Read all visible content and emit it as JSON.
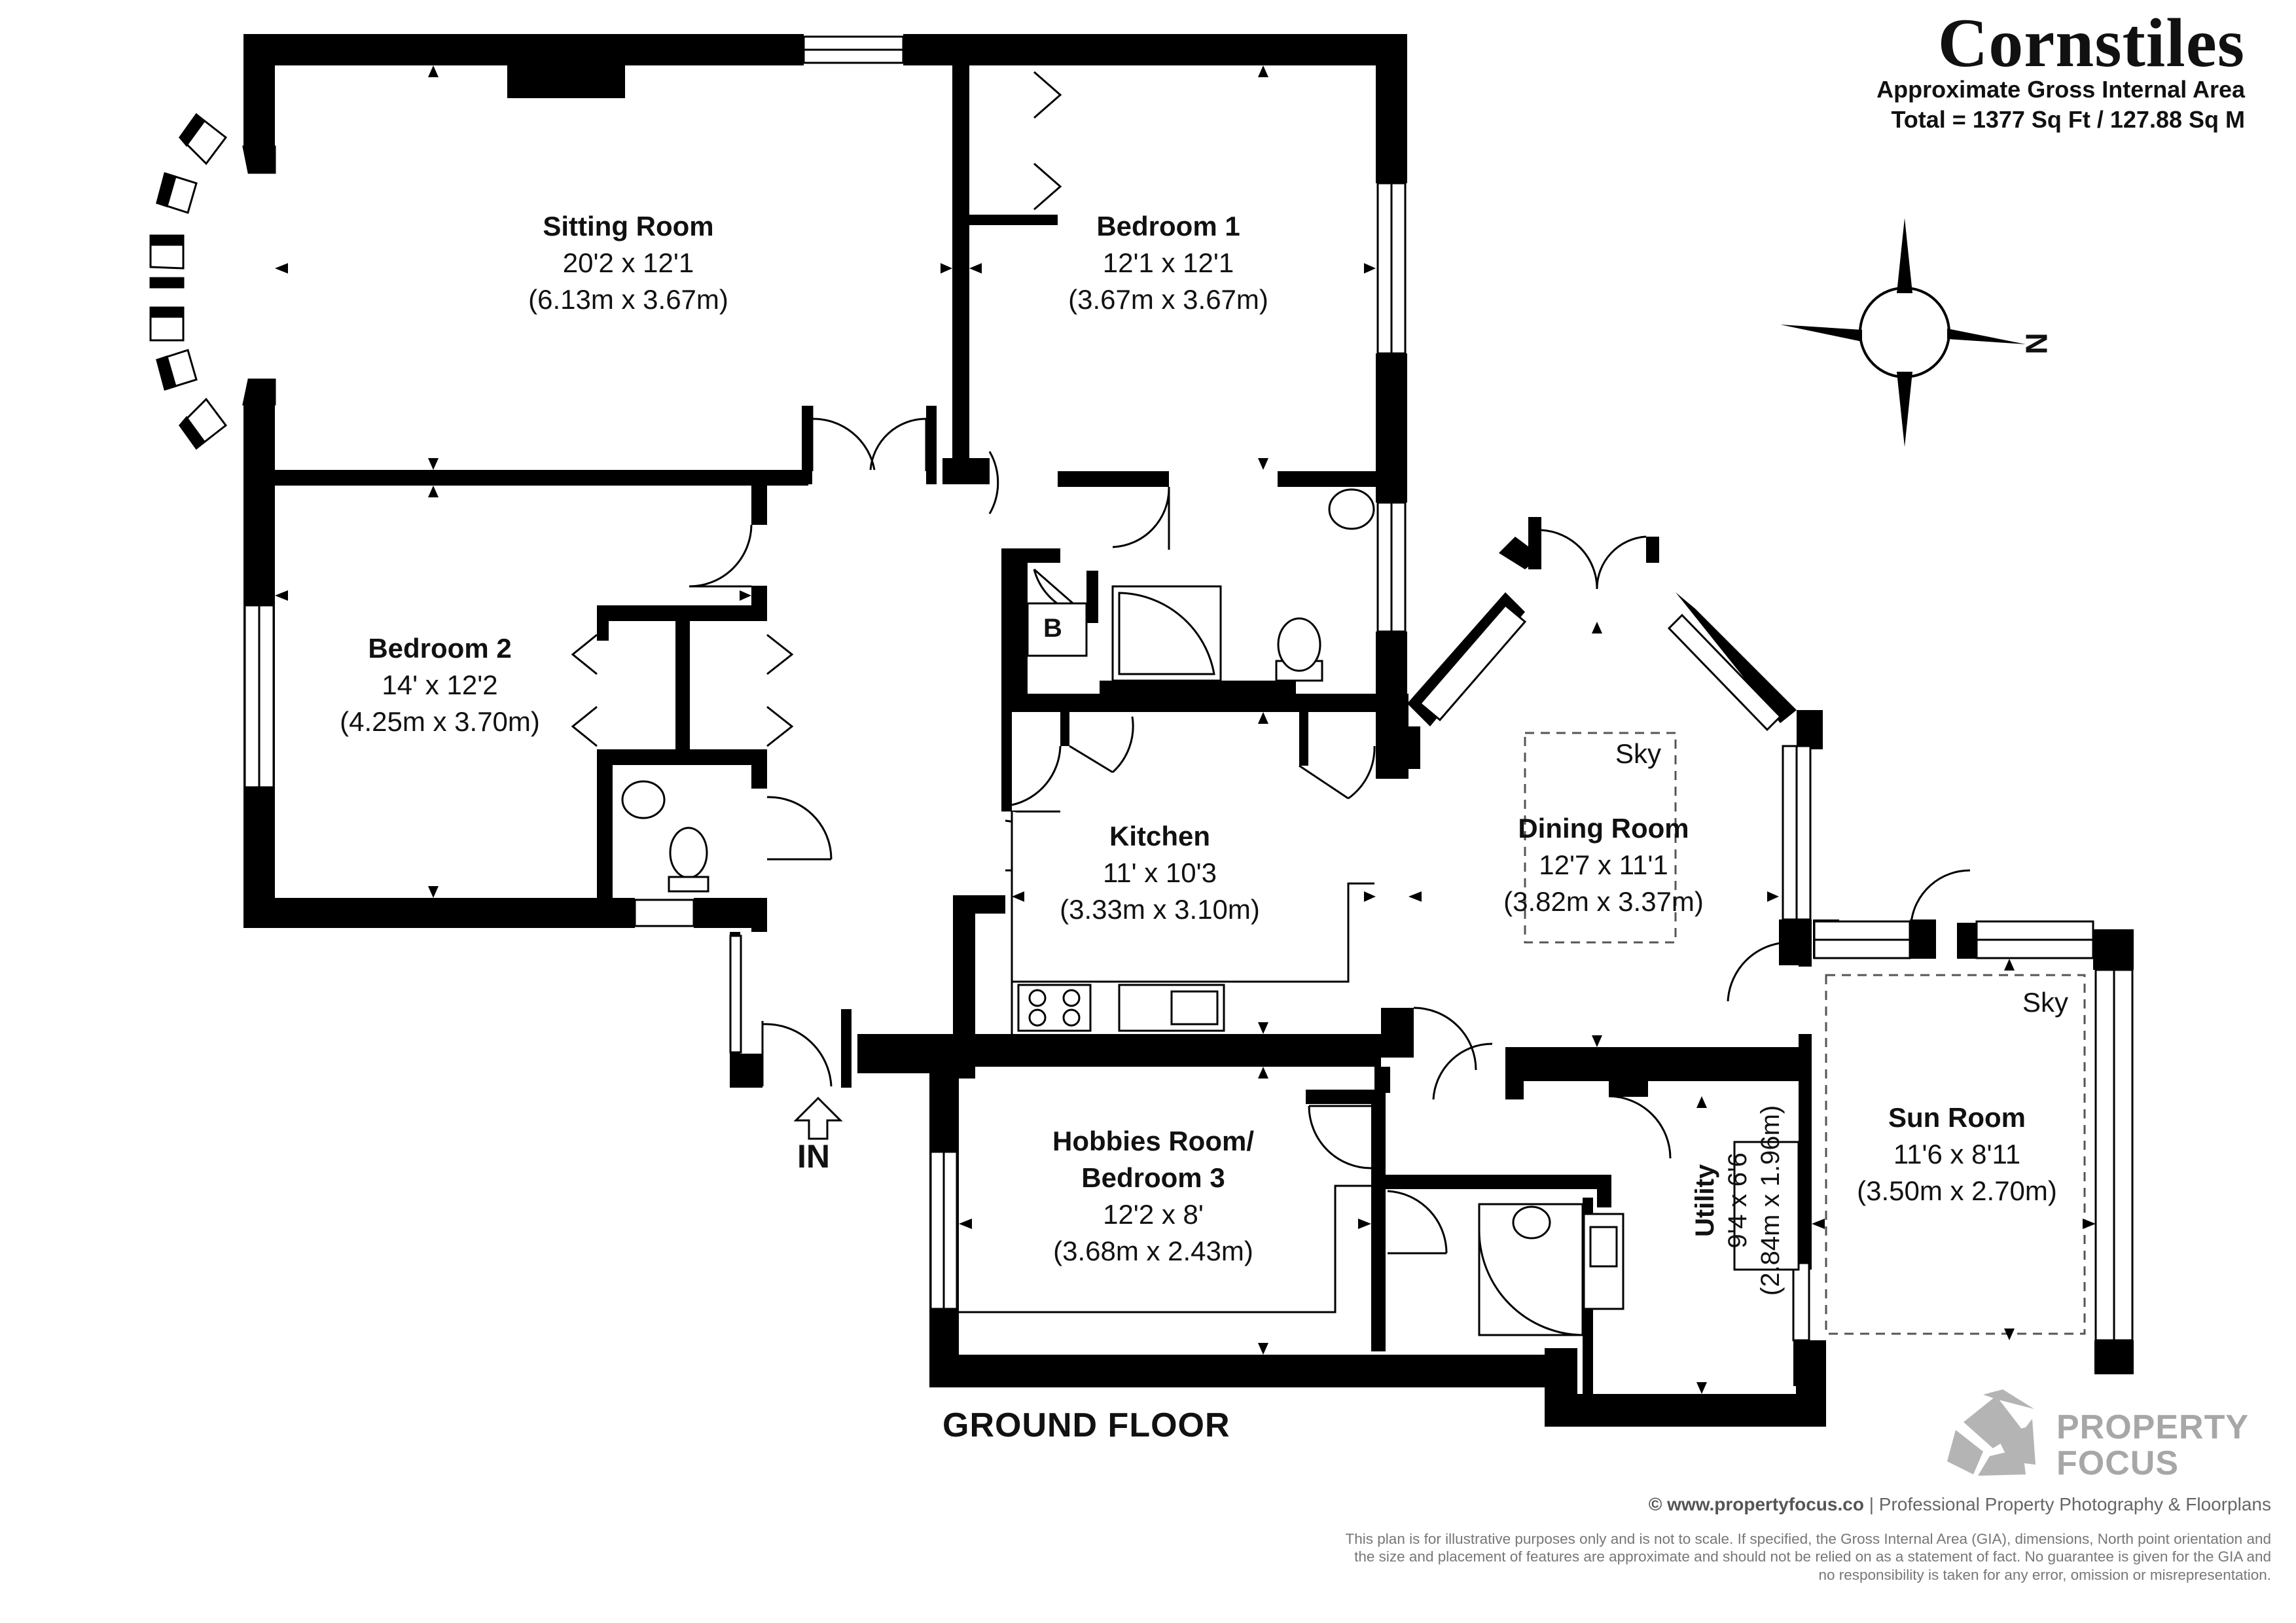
{
  "title": "Cornstiles",
  "gia_label": "Approximate Gross Internal Area",
  "gia_total": "Total = 1377 Sq Ft / 127.88 Sq M",
  "compass": {
    "label": "N"
  },
  "floor_label": "GROUND FLOOR",
  "entrance_label": "IN",
  "rooms": {
    "sitting": {
      "name": "Sitting Room",
      "imperial": "20'2 x 12'1",
      "metric": "(6.13m x 3.67m)"
    },
    "bedroom1": {
      "name": "Bedroom 1",
      "imperial": "12'1 x 12'1",
      "metric": "(3.67m x 3.67m)"
    },
    "bedroom2": {
      "name": "Bedroom 2",
      "imperial": "14' x 12'2",
      "metric": "(4.25m x 3.70m)"
    },
    "kitchen": {
      "name": "Kitchen",
      "imperial": "11' x 10'3",
      "metric": "(3.33m x 3.10m)"
    },
    "dining": {
      "name": "Dining Room",
      "imperial": "12'7 x 11'1",
      "metric": "(3.82m x 3.37m)"
    },
    "sun": {
      "name": "Sun Room",
      "imperial": "11'6 x 8'11",
      "metric": "(3.50m x 2.70m)"
    },
    "hobbies": {
      "name_line1": "Hobbies Room/",
      "name_line2": "Bedroom 3",
      "imperial": "12'2 x 8'",
      "metric": "(3.68m x 2.43m)"
    },
    "utility": {
      "name": "Utility",
      "imperial": "9'4 x 6'6",
      "metric": "(2.84m x 1.96m)"
    }
  },
  "labels": {
    "boiler": "B",
    "sky1": "Sky",
    "sky2": "Sky"
  },
  "brand": {
    "line1": "PROPERTY",
    "line2": "FOCUS"
  },
  "footer": {
    "site": "© www.propertyfocus.co",
    "tagline": " | Professional Property Photography & Floorplans",
    "disclaimer": "This plan is for illustrative purposes only and is not to scale. If specified, the Gross Internal Area (GIA), dimensions, North point orientation and the size and placement of features are approximate and should not be relied on as a statement of fact. No guarantee is given for the GIA and no responsibility is taken for any error, omission or misrepresentation."
  },
  "colors": {
    "wall": "#000000",
    "brand_grey": "#a7a7a7",
    "text": "#111111"
  }
}
